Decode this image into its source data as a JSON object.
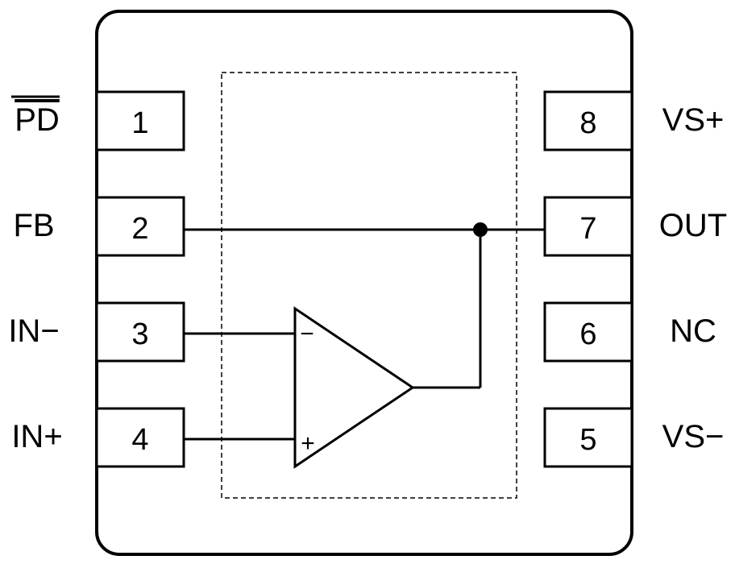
{
  "colors": {
    "stroke": "#000000",
    "background": "#ffffff",
    "package_fill": "#ffffff"
  },
  "pins": [
    {
      "number": "1",
      "label": "PD"
    },
    {
      "number": "2",
      "label": "FB"
    },
    {
      "number": "3",
      "label": "IN−"
    },
    {
      "number": "4",
      "label": "IN+"
    },
    {
      "number": "5",
      "label": "VS−"
    },
    {
      "number": "6",
      "label": "NC"
    },
    {
      "number": "7",
      "label": "OUT"
    },
    {
      "number": "8",
      "label": "VS+"
    }
  ],
  "opamp": {
    "inverting_sign": "−",
    "noninverting_sign": "+"
  }
}
